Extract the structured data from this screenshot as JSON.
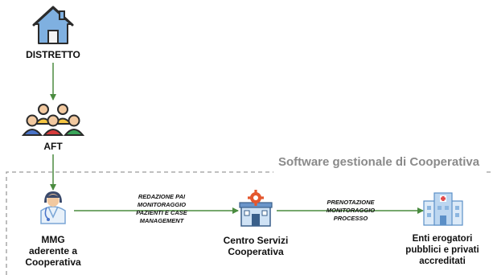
{
  "region": {
    "title": "Software gestionale di Cooperativa"
  },
  "nodes": {
    "distretto": {
      "label": "DISTRETTO",
      "icon": "house-icon"
    },
    "aft": {
      "label": "AFT",
      "icon": "people-group-icon"
    },
    "mmg": {
      "label_lines": [
        "MMG",
        "aderente a",
        "Cooperativa"
      ],
      "icon": "doctor-icon"
    },
    "centro": {
      "label_lines": [
        "Centro Servizi",
        "Cooperativa"
      ],
      "icon": "service-center-icon"
    },
    "enti": {
      "label_lines": [
        "Enti erogatori",
        "pubblici e privati",
        "accreditati"
      ],
      "icon": "hospital-icon"
    }
  },
  "edges": {
    "mmg_to_centro": {
      "label_lines": [
        "REDAZIONE PAI",
        "MONITORAGGIO",
        "PAZIENTI E CASE",
        "MANAGEMENT"
      ]
    },
    "centro_to_enti": {
      "label_lines": [
        "PRENOTAZIONE",
        "MONITORAGGIO",
        "PROCESSO"
      ]
    }
  },
  "colors": {
    "arrow": "#4a8b3f",
    "house": "#5b8fc7",
    "region_border": "#9a9a9a"
  }
}
